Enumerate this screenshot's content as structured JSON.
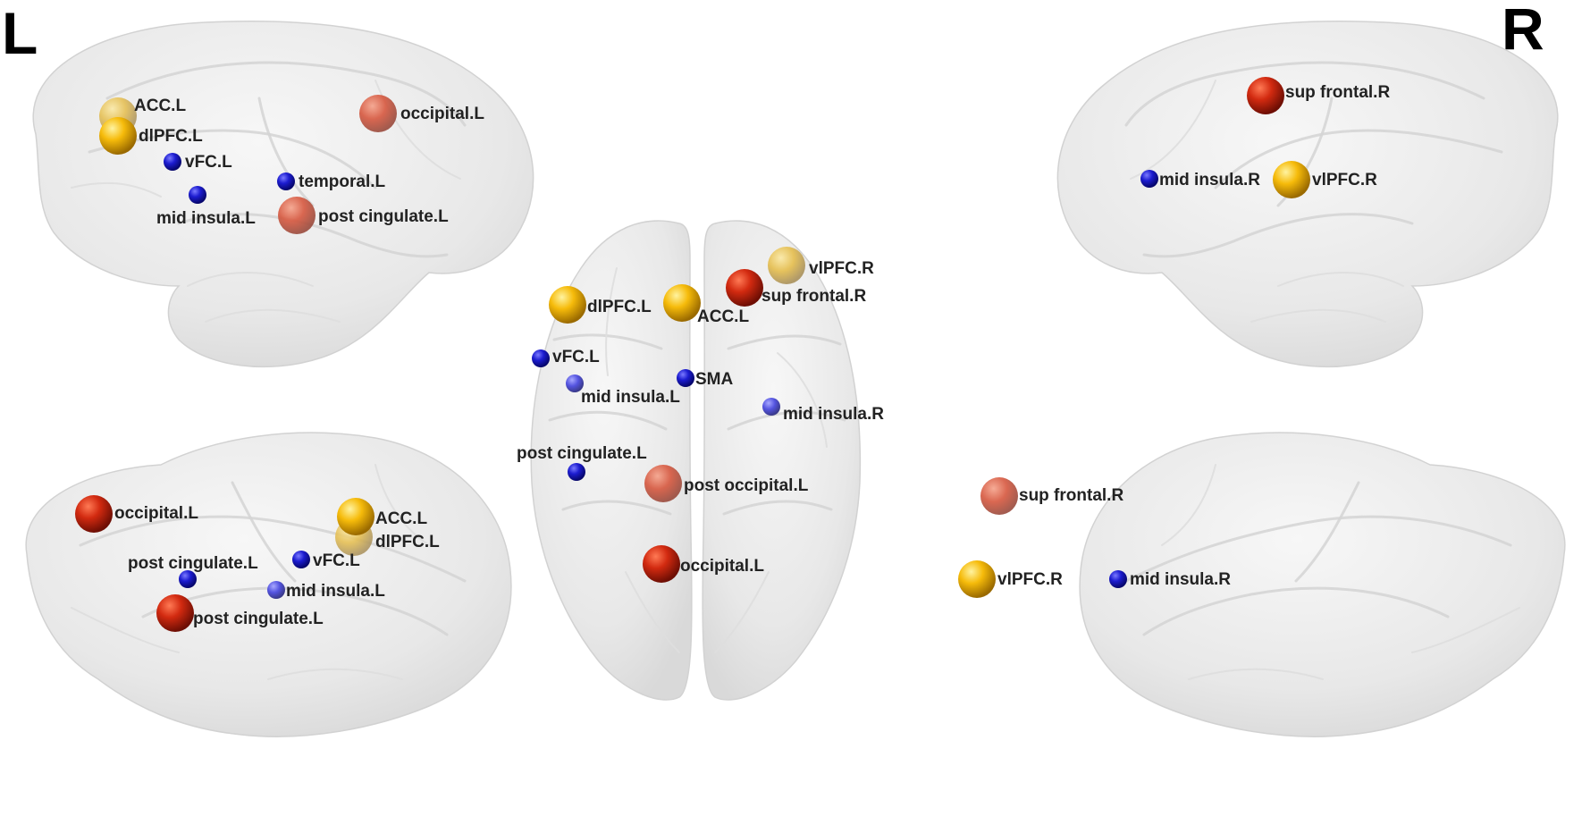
{
  "side_labels": {
    "left": "L",
    "right": "R"
  },
  "colors": {
    "red_node": "#c0210f",
    "yellow_node": "#f2b400",
    "blue_node": "#1a1acc",
    "brain": "#e9e9e9"
  },
  "views": [
    {
      "name": "left-lateral",
      "nodes": [
        {
          "label": "ACC.L",
          "color": "yellow",
          "size": "large",
          "faded": true
        },
        {
          "label": "dlPFC.L",
          "color": "yellow",
          "size": "large",
          "faded": false
        },
        {
          "label": "vFC.L",
          "color": "blue",
          "size": "small",
          "faded": false
        },
        {
          "label": "mid insula.L",
          "color": "blue",
          "size": "small",
          "faded": false
        },
        {
          "label": "temporal.L",
          "color": "blue",
          "size": "small",
          "faded": false
        },
        {
          "label": "occipital.L",
          "color": "red",
          "size": "large",
          "faded": true
        },
        {
          "label": "post cingulate.L",
          "color": "red",
          "size": "large",
          "faded": true
        }
      ]
    },
    {
      "name": "left-medial",
      "nodes": [
        {
          "label": "occipital.L",
          "color": "red",
          "size": "large",
          "faded": false
        },
        {
          "label": "ACC.L",
          "color": "yellow",
          "size": "large",
          "faded": false
        },
        {
          "label": "dlPFC.L",
          "color": "yellow",
          "size": "large",
          "faded": true
        },
        {
          "label": "post cingulate.L",
          "color": "blue",
          "size": "small",
          "faded": false
        },
        {
          "label": "vFC.L",
          "color": "blue",
          "size": "small",
          "faded": false
        },
        {
          "label": "mid insula.L",
          "color": "blue",
          "size": "small",
          "faded": true
        },
        {
          "label": "post cingulate.L",
          "color": "red",
          "size": "large",
          "faded": false
        }
      ]
    },
    {
      "name": "dorsal",
      "nodes": [
        {
          "label": "vlPFC.R",
          "color": "yellow",
          "size": "large",
          "faded": true
        },
        {
          "label": "sup frontal.R",
          "color": "red",
          "size": "large",
          "faded": false
        },
        {
          "label": "dlPFC.L",
          "color": "yellow",
          "size": "large",
          "faded": false
        },
        {
          "label": "ACC.L",
          "color": "yellow",
          "size": "large",
          "faded": false
        },
        {
          "label": "vFC.L",
          "color": "blue",
          "size": "small",
          "faded": false
        },
        {
          "label": "SMA",
          "color": "blue",
          "size": "small",
          "faded": false
        },
        {
          "label": "mid insula.L",
          "color": "blue",
          "size": "small",
          "faded": true
        },
        {
          "label": "mid insula.R",
          "color": "blue",
          "size": "small",
          "faded": true
        },
        {
          "label": "post cingulate.L",
          "color": "blue",
          "size": "small",
          "faded": false
        },
        {
          "label": "post occipital.L",
          "color": "red",
          "size": "large",
          "faded": true
        },
        {
          "label": "occipital.L",
          "color": "red",
          "size": "large",
          "faded": false
        }
      ]
    },
    {
      "name": "right-lateral",
      "nodes": [
        {
          "label": "sup frontal.R",
          "color": "red",
          "size": "large",
          "faded": false
        },
        {
          "label": "mid insula.R",
          "color": "blue",
          "size": "small",
          "faded": false
        },
        {
          "label": "vlPFC.R",
          "color": "yellow",
          "size": "large",
          "faded": false
        }
      ]
    },
    {
      "name": "right-medial",
      "nodes": [
        {
          "label": "sup frontal.R",
          "color": "red",
          "size": "large",
          "faded": true
        },
        {
          "label": "vlPFC.R",
          "color": "yellow",
          "size": "large",
          "faded": false
        },
        {
          "label": "mid insula.R",
          "color": "blue",
          "size": "small",
          "faded": false
        }
      ]
    }
  ]
}
